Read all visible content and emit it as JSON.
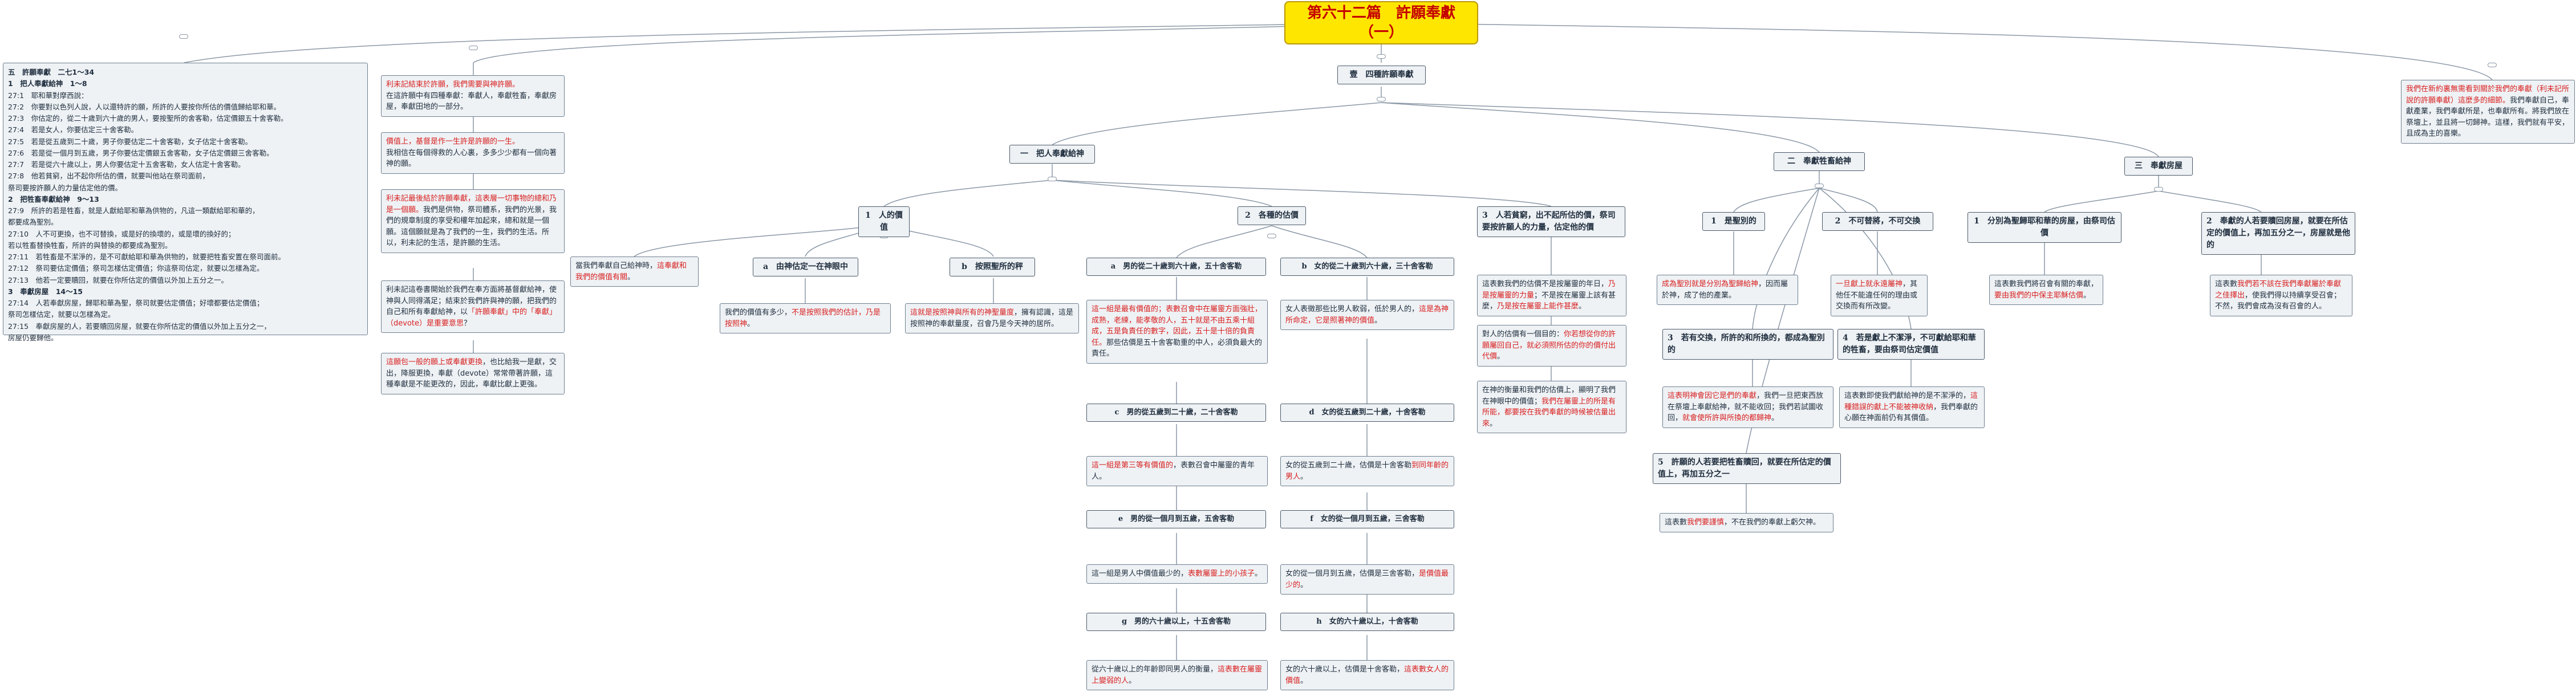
{
  "title": "第六十二篇　許願奉獻（一）",
  "outline": {
    "lines": [
      {
        "t": "五　許願奉獻　二七1～34",
        "b": true
      },
      {
        "t": "1　把人奉獻給神　1～8",
        "b": true
      },
      {
        "t": "27:1　耶和華對摩西說：",
        "b": false
      },
      {
        "t": "27:2　你要對以色列人說，人以還特許的願，所許的人要按你所估的價值歸給耶和華。",
        "b": false
      },
      {
        "t": "27:3　你估定的，從二十歲到六十歲的男人，要按聖所的舍客勒，估定價銀五十舍客勒。",
        "b": false
      },
      {
        "t": "27:4　若是女人，你要估定三十舍客勒。",
        "b": false
      },
      {
        "t": "27:5　若是從五歲到二十歲，男子你要估定二十舍客勒，女子估定十舍客勒。",
        "b": false
      },
      {
        "t": "27:6　若是從一個月到五歲，男子你要估定價銀五舍客勒，女子估定價銀三舍客勒。",
        "b": false
      },
      {
        "t": "27:7　若是從六十歲以上，男人你要估定十五舍客勒，女人估定十舍客勒。",
        "b": false
      },
      {
        "t": "27:8　他若貧窮，出不起你所估的價，就要叫他站在祭司面前，",
        "b": false
      },
      {
        "t": "祭司要按許願人的力量估定他的價。",
        "b": false
      },
      {
        "t": "2　把牲畜奉獻給神　9～13",
        "b": true
      },
      {
        "t": "27:9　所許的若是牲畜，就是人獻給耶和華為供物的，凡這一類獻給耶和華的，",
        "b": false
      },
      {
        "t": "都要成為聖別。",
        "b": false
      },
      {
        "t": "27:10　人不可更換，也不可替換，或是好的換壞的，或是壞的換好的；",
        "b": false
      },
      {
        "t": "若以牲畜替換牲畜，所許的與替換的都要成為聖別。",
        "b": false
      },
      {
        "t": "27:11　若牲畜是不潔淨的，是不可獻給耶和華為供物的，就要把牲畜安置在祭司面前。",
        "b": false
      },
      {
        "t": "27:12　祭司要估定價值；祭司怎樣估定價值；你這祭司估定，就要以怎樣為定。",
        "b": false
      },
      {
        "t": "27:13　他若一定要贖回，就要在你所估定的價值以外加上五分之一。",
        "b": false
      },
      {
        "t": "3　奉獻房屋　14～15",
        "b": true
      },
      {
        "t": "27:14　人若奉獻房屋，歸耶和華為聖，祭司就要估定價值；好壞都要估定價值；",
        "b": false
      },
      {
        "t": "祭司怎樣估定，就要以怎樣為定。",
        "b": false
      },
      {
        "t": "27:15　奉獻房屋的人，若要贖回房屋，就要在你所估定的價值以外加上五分之一，",
        "b": false
      },
      {
        "t": "房屋仍要歸他。",
        "b": false
      }
    ]
  },
  "col2": {
    "n1": {
      "red": "利未記結束於許願，我們需要與神許願。",
      "rest": "在這許願中有四種奉獻：奉獻人，奉獻牲畜，奉獻房屋，奉獻田地的一部分。"
    },
    "n2": {
      "red": "價值上，基督是作一生許是許願的一生。",
      "rest": "我相信在每個得救的人心裏，多多少少都有一個向著神的願。"
    },
    "n3": {
      "red": "利未記最後結於許願奉獻，這表層一切事物的總和乃是一個願。",
      "mid": "我們是供物，祭司體系，我們的光景，我們的規章制度的享受和權年加起來，總和就是一個願。這個願就是為了我們的一生，我們的生活。所以，利未記的生活，是許願的生活。"
    },
    "n4": {
      "pre": "利未記這卷書開始於我們在奉方面將基督獻給神，使神與人同得滿足；結束於我們許與神的願，把我們的自己和所有奉獻給神，以",
      "red": "「許願奉獻」中的「奉獻」（devote）是重要意思",
      "post": "？"
    },
    "n5": {
      "red": "這願包一般的願上或奉獻更換",
      "rest": "，也比給我一是獻，交出，降服更換，奉獻（devote）常常帶著許願，這種奉獻是不能更改的，因此，奉獻比獻上更強。"
    }
  },
  "main": {
    "label": "壹　四種許願奉獻",
    "people": {
      "label": "一　把人奉獻給神",
      "price": {
        "label": "1　人的價值",
        "note": {
          "pre": "當我們奉獻自己給神時，",
          "red": "這奉獻和我們的價值有關",
          "post": "。"
        }
      },
      "godCenter": {
        "label": "a　由神估定一在神眼中",
        "note": {
          "pre": "我們的價值有多少，",
          "red": "不是按照我們的估計，乃是按照神",
          "post": "。"
        }
      },
      "sanctuary": {
        "label": "b　按照聖所的秤",
        "note": {
          "red": "這就是按照神與所有的神聖量度",
          "rest": "，擁有認識，這是按照神的奉獻量度，召會乃是今天神的居所。"
        }
      },
      "m2060": {
        "label": "a　男的從二十歲到六十歲，五十舍客勒",
        "note": {
          "red": "這一組是最有價值的；表數召會中在屬靈方面強壯，成熟，老練，能孝敬的人，五十就是不由五乘十組成，五是負責任的數字，因此，五十是十倍的負責任。",
          "rest": "那些估價是五十舍客勒重的中人，必須負最大的責任。"
        }
      },
      "f2060": {
        "label": "b　女的從二十歲到六十歲，三十舍客勒",
        "note": {
          "pre": "女人表徵那些比男人軟弱，低於男人的，",
          "red": "這是為神所命定，它是照著神的價值",
          "post": "。"
        }
      },
      "m520": {
        "label": "c　男的從五歲到二十歲，二十舍客勒",
        "note": {
          "red": "這一組是第三等有價值的",
          "rest": "，表數召會中屬靈的青年人。"
        }
      },
      "f520": {
        "label": "d　女的從五歲到二十歲，十舍客勒",
        "note": {
          "pre": "女的從五歲到二十歲，估價是十舍客勒",
          "red": "到同年齡的男人",
          "post": "。"
        }
      },
      "m1m5": {
        "label": "e　男的從一個月到五歲，五舍客勒",
        "note": {
          "pre": "這一組是男人中價值最少的，",
          "red": "表數屬靈上的小孩子",
          "post": "。"
        }
      },
      "f1m5": {
        "label": "f　女的從一個月到五歲，三舍客勒",
        "note": {
          "pre": "女的從一個月到五歲，估價是三舍客勒，",
          "red": "是價值最少的",
          "post": "。"
        }
      },
      "m60": {
        "label": "g　男的六十歲以上，十五舍客勒",
        "note": {
          "pre": "從六十歲以上的年齡即同男人的衡量，",
          "red": "這表數在屬靈上變弱的人",
          "post": "。"
        }
      },
      "f60": {
        "label": "h　女的六十歲以上，十舍客勒",
        "note": {
          "pre": "女的六十歲以上，估價是十舍客勒，",
          "red": "這表數女人的價值",
          "post": "。"
        }
      },
      "ability": {
        "label": "3　人若貧窮，出不起所估的價，祭司要按許願人的力量，估定他的價",
        "note1": {
          "pre": "這表數我們的估價不是按屬靈的年日，",
          "red": "乃是按屬靈的力量",
          "mid": "；不是按在屬靈上該有甚麼，",
          "red2": "乃是按在屬靈上能作甚麼",
          "post": "。"
        },
        "note2": {
          "pre": "對人的估價有一個目的：",
          "red": "你若想從你的許願屬回自己，就必須照所估的你的價付出代價",
          "post": "。"
        },
        "note3": {
          "pre": "在神的衡量和我們的估價上，顯明了我們在神眼中的價值；",
          "red": "我們在屬靈上的所是有所能，都要按在我們奉獻的時候被估量出來",
          "post": "。"
        }
      }
    },
    "animals": {
      "label": "二　奉獻牲畜給神",
      "holy": {
        "label": "1　是聖別的",
        "note": {
          "red": "成為聖別就是分別為聖歸給神",
          "rest": "，因而屬於神，成了他的產業。"
        }
      },
      "noswap": {
        "label": "2　不可替將，不可交換",
        "note": {
          "red": "一旦獻上就永遠屬神",
          "rest": "，其他任不能違任何的理由或交換而有所改變。"
        }
      },
      "exchange": {
        "label": "3　若有交換，所許的和所換的，都成為聖別的",
        "note": {
          "red": "這表明神會因它是們的奉獻",
          "pre": "，我們一旦把東西放在祭壇上奉獻給神，就不能收回；我們若試圖收回，",
          "red2": "就會使所許與所換的都歸神",
          "post": "。"
        }
      },
      "unclean": {
        "label": "4　若是獻上不潔淨，不可獻給耶和華的牲畜，要由祭司估定價值",
        "note": {
          "pre": "這表數即使我們獻給神的是不潔淨的，",
          "red": "這種錯誤的獻上不能被神收納",
          "post": "，我們奉獻的心願在神面前仍有其價值。"
        }
      },
      "redeem": {
        "label": "5　許願的人若要把牲畜贖回，就要在所估定的價值上，再加五分之一",
        "note": {
          "pre": "這表數",
          "red": "我們要謹慎",
          "post": "，不在我們的奉獻上虧欠神。"
        }
      }
    },
    "house": {
      "label": "三　奉獻房屋",
      "holy": {
        "label": "1　分別為聖歸耶和華的房屋，由祭司估價",
        "note": {
          "pre": "這表數我們將召會有關的奉獻，",
          "red": "要由我們的中保主耶穌估價",
          "post": "。"
        }
      },
      "redeem": {
        "label": "2　奉獻的人若要贖回房屋，就要在所估定的價值上，再加五分之一，房屋就是他的",
        "note": {
          "pre": "這表數",
          "red": "我們若不該在我們奉獻屬於奉獻之佳擇出",
          "post": "，使我們得以持續享受召會；不然，我們會成為沒有召會的人。"
        }
      }
    }
  },
  "rightNote": {
    "red": "我們在新約裏無需看到關於我們的奉獻（利未記所說的許願奉獻）這麼多的細節。",
    "rest": "我們奉獻自己，奉獻產業，我們奉獻所是，也奉獻所有。將我們放在祭壇上，並且將一切歸神。這樣，我們就有平安，且成為主的喜樂。"
  }
}
